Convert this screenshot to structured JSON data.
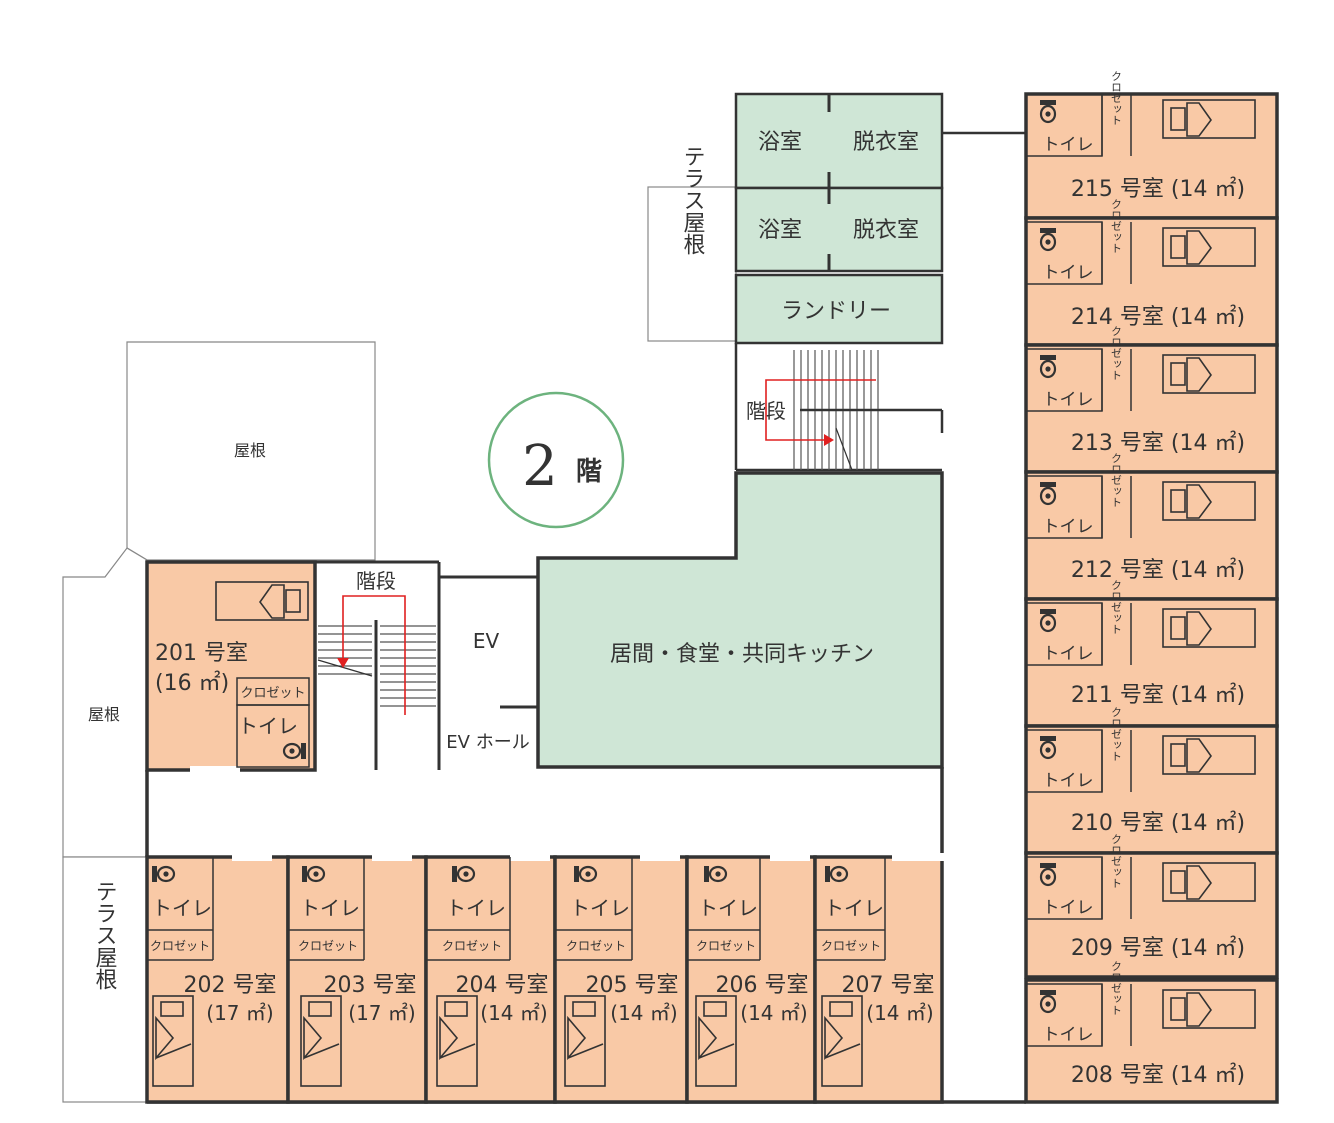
{
  "floor": {
    "number": "2",
    "suffix": "階"
  },
  "labels": {
    "roof": "屋根",
    "terrace_roof": "テラス屋根",
    "stairs": "階段",
    "ev": "EV",
    "ev_hall": "EV ホール",
    "living": "居間・食堂・共同キッチン",
    "bath": "浴室",
    "changing": "脱衣室",
    "laundry": "ランドリー",
    "toilet": "トイレ",
    "closet": "クロゼット"
  },
  "rooms": {
    "r201": {
      "name": "201 号室",
      "area": "(16 ㎡)"
    },
    "r202": {
      "name": "202 号室",
      "area": "(17 ㎡)"
    },
    "r203": {
      "name": "203 号室",
      "area": "(17 ㎡)"
    },
    "r204": {
      "name": "204 号室",
      "area": "(14 ㎡)"
    },
    "r205": {
      "name": "205 号室",
      "area": "(14 ㎡)"
    },
    "r206": {
      "name": "206 号室",
      "area": "(14 ㎡)"
    },
    "r207": {
      "name": "207 号室",
      "area": "(14 ㎡)"
    },
    "r208": {
      "name": "208 号室 (14 ㎡)"
    },
    "r209": {
      "name": "209 号室 (14 ㎡)"
    },
    "r210": {
      "name": "210 号室 (14 ㎡)"
    },
    "r211": {
      "name": "211 号室 (14 ㎡)"
    },
    "r212": {
      "name": "212 号室 (14 ㎡)"
    },
    "r213": {
      "name": "213 号室 (14 ㎡)"
    },
    "r214": {
      "name": "214 号室 (14 ㎡)"
    },
    "r215": {
      "name": "215 号室 (14 ㎡)"
    }
  },
  "colors": {
    "room": "#f9c9a6",
    "common": "#cfe6d6",
    "circle": "#6db37e",
    "wall": "#333333",
    "arrow": "#e02020"
  }
}
